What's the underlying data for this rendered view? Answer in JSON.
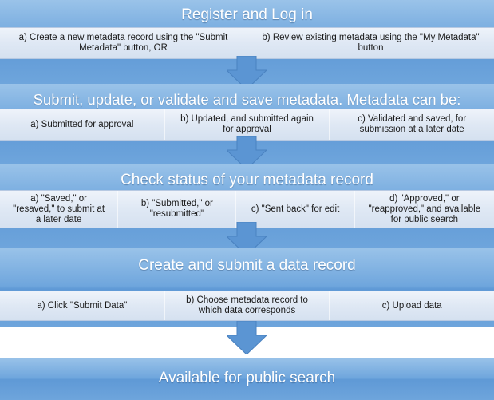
{
  "steps": [
    {
      "title": "Register and Log in",
      "items": [
        "a) Create a new metadata record using the \"Submit\nMetadata\" button, OR",
        "b) Review existing metadata using the \"My Metadata\"\nbutton"
      ]
    },
    {
      "title": "Submit, update, or validate and save metadata. Metadata can be:",
      "items": [
        "a) Submitted for approval",
        "b) Updated, and submitted again\nfor approval",
        "c) Validated and saved, for\nsubmission at a later date"
      ]
    },
    {
      "title": "Check status of your metadata record",
      "items": [
        "a) \"Saved,\" or\n\"resaved,\" to submit at\na later date",
        "b) \"Submitted,\" or\n\"resubmitted\"",
        "c) \"Sent back\" for edit",
        "d) \"Approved,\" or\n\"reapproved,\" and available\nfor public search"
      ]
    },
    {
      "title": "Create and submit a data record",
      "items": [
        "a) Click \"Submit Data\"",
        "b) Choose metadata record to\nwhich data corresponds",
        "c) Upload data"
      ]
    },
    {
      "title": "Available for public search",
      "items": []
    }
  ],
  "colors": {
    "band": "#6fa6dd",
    "arrow": "#5b95d3",
    "subrow": "#dfe8f4"
  }
}
